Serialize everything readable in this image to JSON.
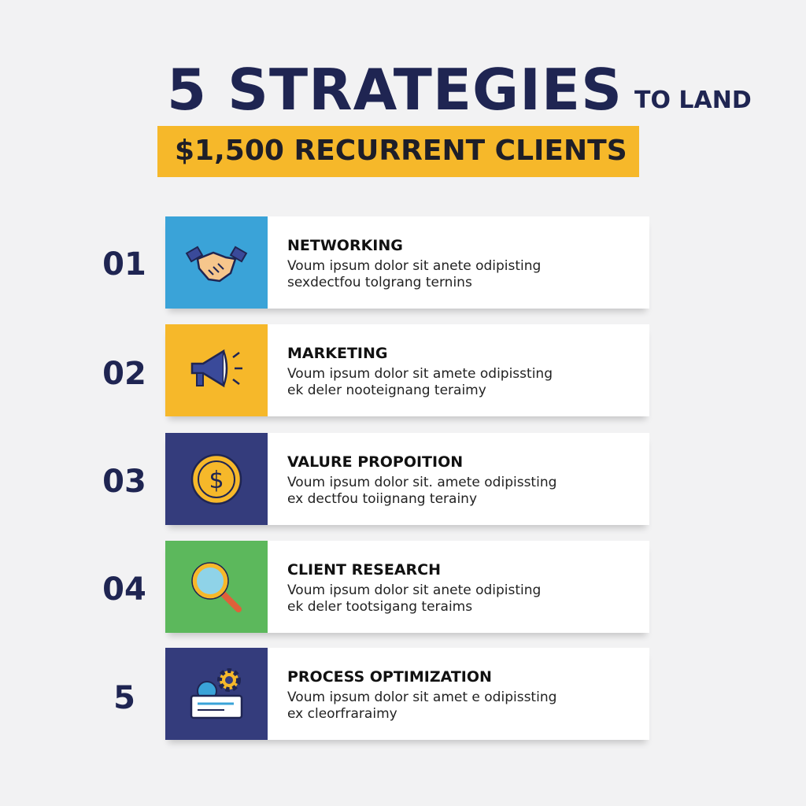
{
  "header": {
    "title": "5 STRATEGIES",
    "subtitle": "TO LAND",
    "banner": "$1,500 RECURRENT CLIENTS"
  },
  "colors": {
    "navy": "#1f2552",
    "yellow": "#f6b82a",
    "blue": "#3aa3d8",
    "green": "#5cb85c",
    "indigo": "#343c7c"
  },
  "items": [
    {
      "number": "01",
      "title": "NETWORKING",
      "line1": "Voum ipsum dolor sit anete odipisting",
      "line2": "sexdectfou tolgrang ternins",
      "icon": "handshake-icon",
      "color": "#3aa3d8"
    },
    {
      "number": "02",
      "title": "MARKETING",
      "line1": "Voum ipsum dolor sit amete odipissting",
      "line2": "ek deler nooteignang teraimy",
      "icon": "megaphone-icon",
      "color": "#f6b82a"
    },
    {
      "number": "03",
      "title": "VALURE PROPOITION",
      "line1": "Voum ipsum dolor sit. amete odipissting",
      "line2": "ex dectfou toiignang terainy",
      "icon": "dollar-coin-icon",
      "color": "#343c7c"
    },
    {
      "number": "04",
      "title": "CLIENT RESEARCH",
      "line1": "Voum ipsum dolor sit anete odipisting",
      "line2": "ek deler tootsigang teraims",
      "icon": "magnifier-icon",
      "color": "#5cb85c"
    },
    {
      "number": "5",
      "title": "PROCESS OPTIMIZATION",
      "line1": "Voum ipsum dolor sit amet e odipissting",
      "line2": "ex cleorfraraimy",
      "icon": "gears-icon",
      "color": "#343c7c"
    }
  ]
}
